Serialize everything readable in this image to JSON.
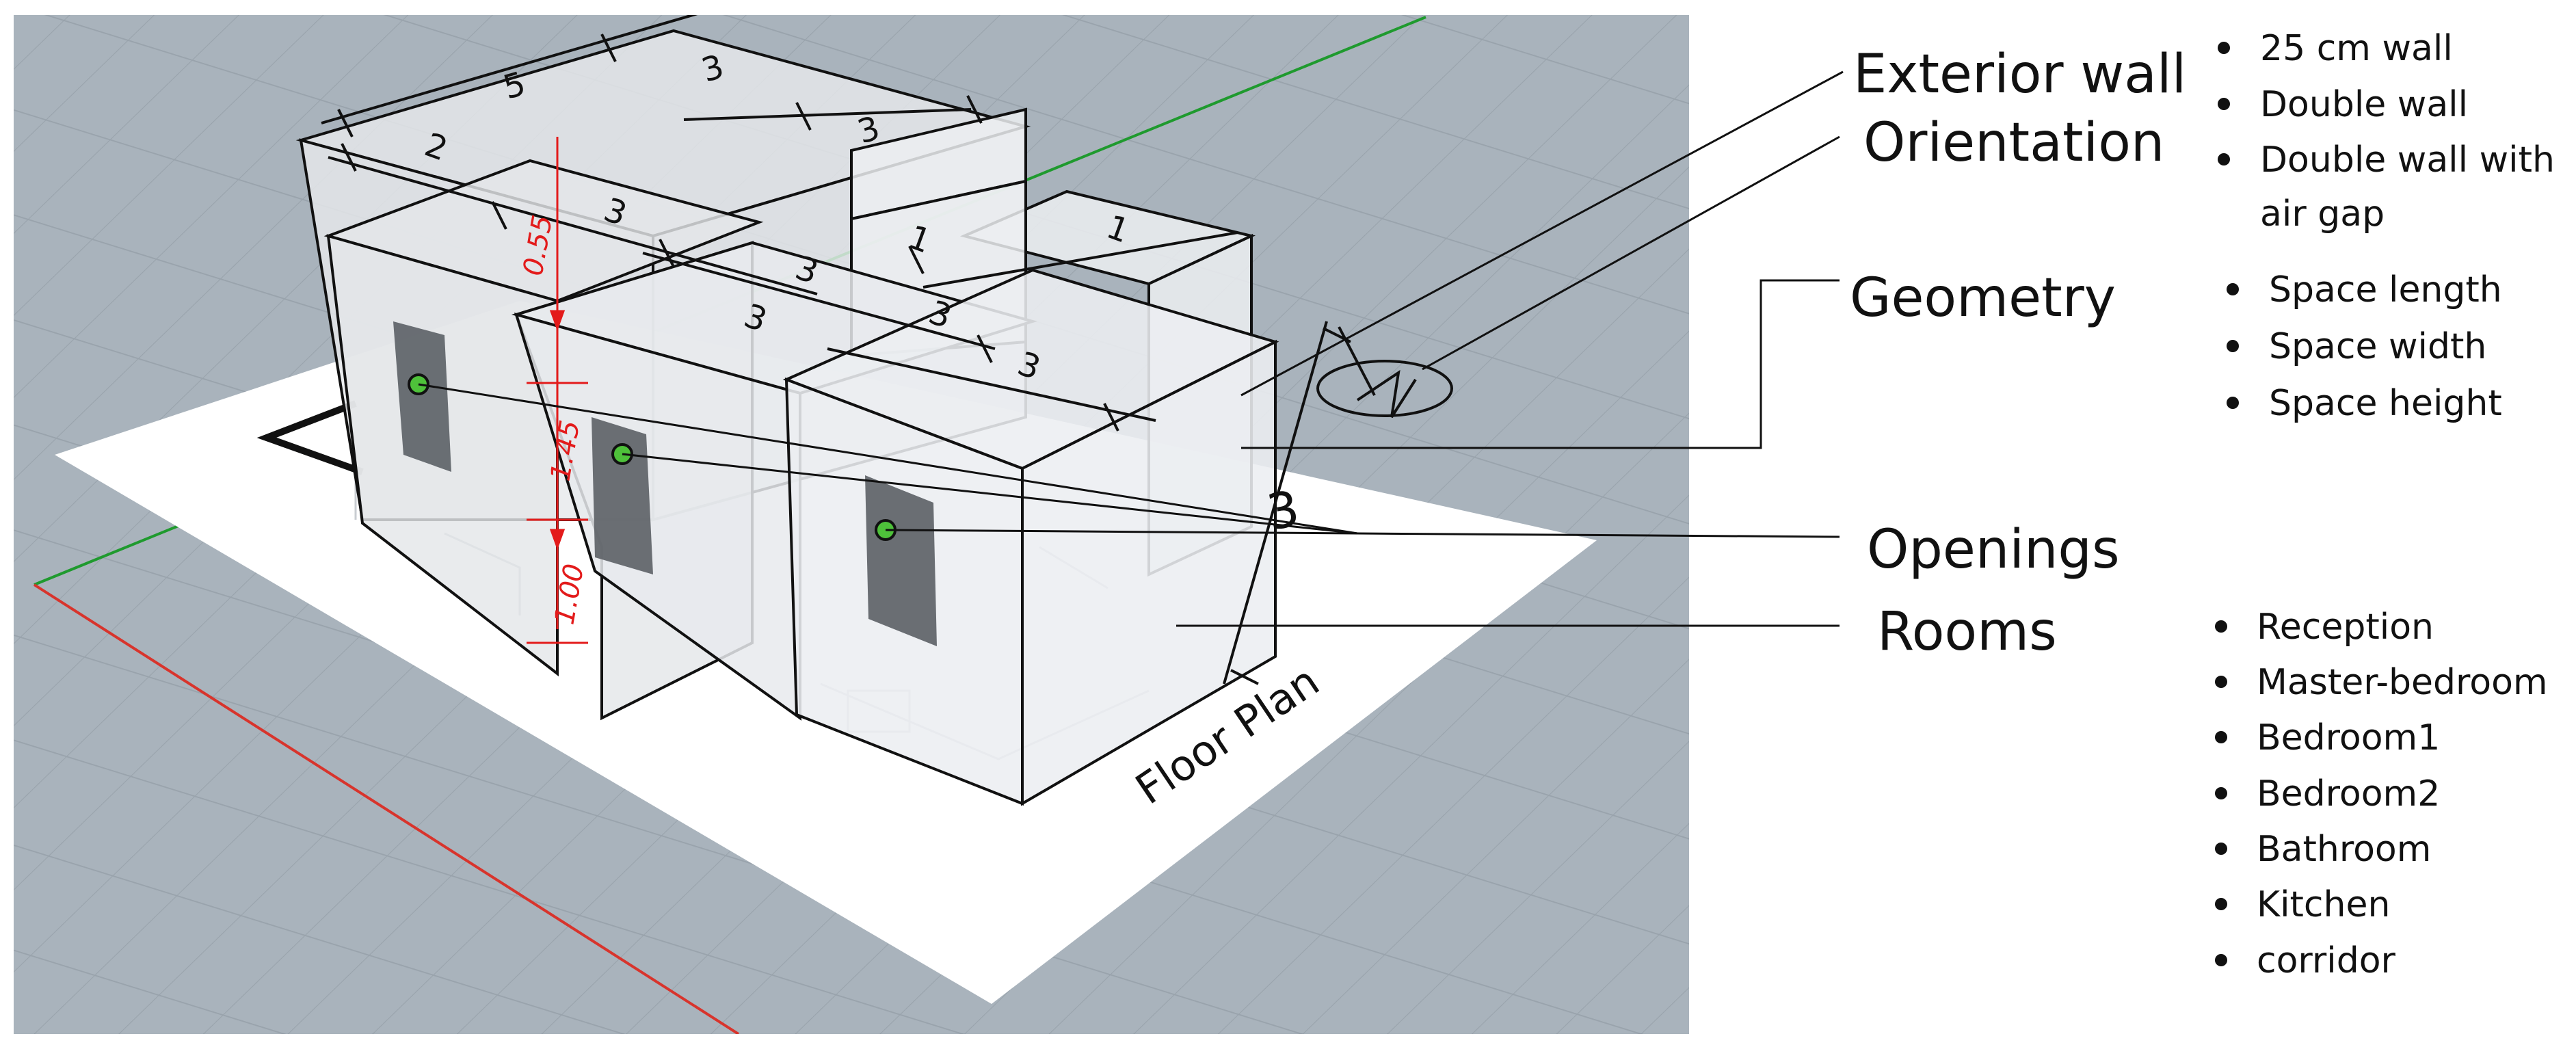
{
  "colors": {
    "viewport_bg": "#a9b3bc",
    "grid": "#9aa4ad",
    "floor_sheet": "#ffffff",
    "box_fill": "#e9ebee",
    "edge": "#111111",
    "axis_green": "#1f9a2e",
    "axis_red": "#d8342c",
    "dimension_red": "#e31b1b",
    "opening": "#5e6368",
    "opening_marker": "#4ec13a"
  },
  "floor_plan_label": "Floor Plan",
  "dimensions": {
    "top_5": "5",
    "top_3_a": "3",
    "top_2": "2",
    "top_3_b": "3",
    "mid_3_a": "3",
    "mid_3_b": "3",
    "mid_3_c": "3",
    "mid_1_a": "1",
    "mid_1_b": "1",
    "front_3_a": "3",
    "front_3_b": "3",
    "side_3": "3",
    "opening_top": "0.55",
    "opening_height": "1.45",
    "opening_sill": "1.00"
  },
  "categories": [
    {
      "id": "exterior-wall",
      "label": "Exterior wall"
    },
    {
      "id": "orientation",
      "label": "Orientation"
    },
    {
      "id": "geometry",
      "label": "Geometry"
    },
    {
      "id": "openings",
      "label": "Openings"
    },
    {
      "id": "rooms",
      "label": "Rooms"
    }
  ],
  "wall_options": [
    "25 cm wall",
    "Double wall",
    "Double wall with",
    "air gap"
  ],
  "geometry_options": [
    "Space length",
    "Space width",
    "Space height"
  ],
  "room_options": [
    "Reception",
    "Master-bedroom",
    "Bedroom1",
    "Bedroom2",
    "Bathroom",
    "Kitchen",
    "corridor"
  ]
}
